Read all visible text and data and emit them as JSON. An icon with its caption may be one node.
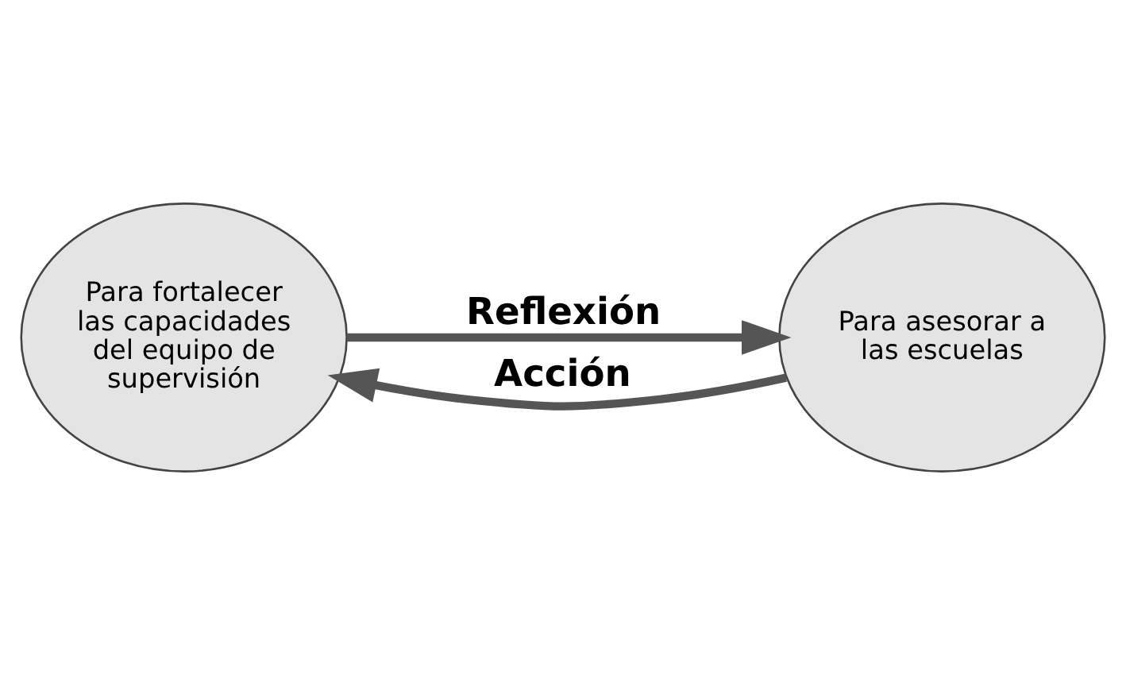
{
  "diagram": {
    "nodes": [
      {
        "text": [
          "Para fortalecer las capacidades del equipo de supervisión"
        ]
      },
      {
        "text": [
          "Para asesorar a las escuelas"
        ]
      }
    ],
    "edges": [
      {
        "from": 0,
        "to": 1,
        "arrow": "to",
        "label": "Reflexión"
      },
      {
        "from": 1,
        "to": 0,
        "arrow": "to",
        "label": "Acción"
      }
    ]
  }
}
